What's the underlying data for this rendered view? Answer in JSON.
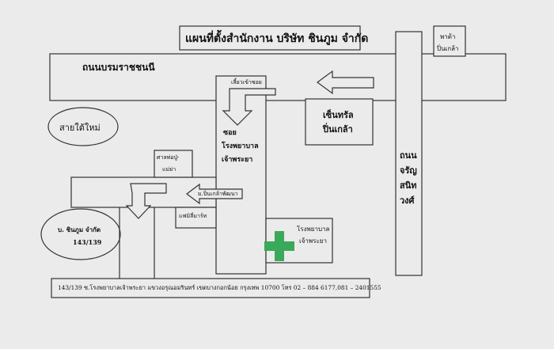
{
  "title": "แผนที่ตั้งสำนักงาน บริษัท ชินภูม จำกัด",
  "roads": {
    "boromrat": "ถนนบรมราชชนนี",
    "charansanitwong_1": "ถนน",
    "charansanitwong_2": "จรัญ",
    "charansanitwong_3": "สนิท",
    "charansanitwong_4": "วงศ์",
    "soi_1": "ซอย",
    "soi_2": "โรงพยาบาล",
    "soi_3": "เจ้าพระยา"
  },
  "labels": {
    "pata_1": "พาต้า",
    "pata_2": "ปิ่นเกล้า",
    "central_1": "เซ็นทรัล",
    "central_2": "ปิ่นเกล้า",
    "new_southern": "สายใต้ใหม่",
    "turn_into_soi": "เลี้ยวเข้าซอย",
    "shrine_1": "ศาลพ่อปู่-",
    "shrine_2": "แม่ย่า",
    "village": "ม.ปิ่นเกล้าพัฒนา",
    "family_mart": "แฟมิลี่มาร์ท",
    "hospital_1": "โรงพยาบาล",
    "hospital_2": "เจ้าพระยา",
    "company_1": "บ. ชินภูม จำกัด",
    "company_2": "143/139"
  },
  "address": "143/139 ซ.โรงพยาบาลเจ้าพระยา แขวงอรุณอมรินทร์ เขตบางกอกน้อย กรุงเทพ 10700 โทร 02 – 884 6177,081 – 2401555",
  "colors": {
    "background": "#ebebeb",
    "line": "#333333",
    "cross": "#3aa95a"
  }
}
